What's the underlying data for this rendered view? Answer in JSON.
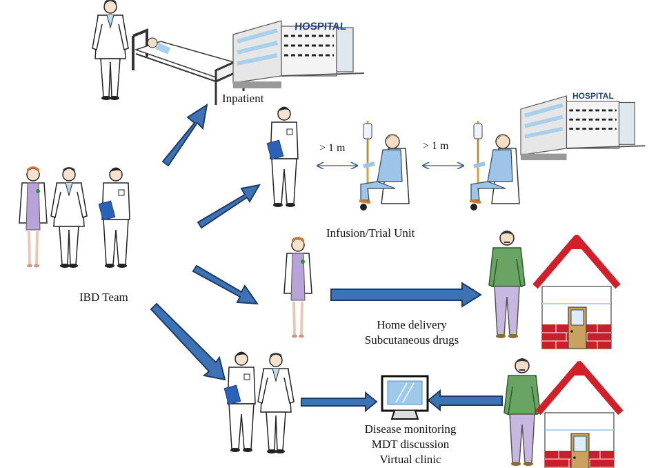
{
  "diagram": {
    "source_node": {
      "label": "IBD Team",
      "figures": [
        "pharmacist",
        "doctor",
        "nurse"
      ]
    },
    "destinations": [
      {
        "id": "inpatient",
        "label_lines": [
          "Inpatient"
        ],
        "figures": [
          "doctor",
          "patient-in-bed",
          "hospital"
        ]
      },
      {
        "id": "infusion",
        "label_lines": [
          "Infusion/Trial Unit"
        ],
        "figures": [
          "nurse",
          "patient-infusion-chair",
          "patient-infusion-chair",
          "hospital"
        ],
        "spacing_labels": [
          "> 1 m",
          "> 1 m"
        ]
      },
      {
        "id": "home-delivery",
        "label_lines": [
          "Home delivery",
          "Subcutaneous drugs"
        ],
        "figures": [
          "pharmacist",
          "patient",
          "house"
        ]
      },
      {
        "id": "virtual",
        "label_lines": [
          "Disease monitoring",
          "MDT discussion",
          "Virtual clinic"
        ],
        "figures": [
          "nurse",
          "doctor",
          "computer-monitor",
          "patient",
          "house"
        ]
      }
    ],
    "signs": {
      "hospital": "HOSPITAL"
    },
    "colors": {
      "arrow_fill": "#3d72b4",
      "arrow_stroke": "#1c3a66",
      "double_arrow": "#2f5b9a",
      "house_red": "#d0202a",
      "brick": "#c8202a",
      "door": "#c9a25f",
      "shirt_green": "#6aa464",
      "trousers_lilac": "#c6b8e0",
      "dress_purple": "#b8a3d8",
      "screen_blue": "#9ec9ea"
    }
  }
}
